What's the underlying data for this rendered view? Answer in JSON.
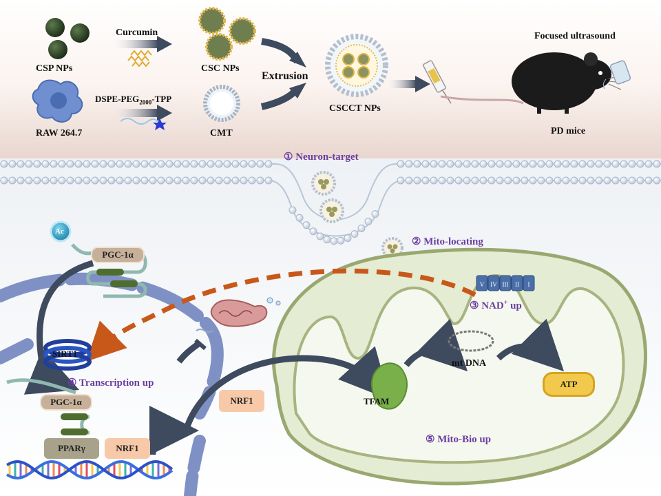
{
  "top": {
    "csp": "CSP NPs",
    "curcumin": "Curcumin",
    "csc": "CSC NPs",
    "raw": "RAW 264.7",
    "dspe": "DSPE-PEG",
    "dspe_sub": "2000",
    "dspe_tail": "-TPP",
    "cmt": "CMT",
    "extrusion": "Extrusion",
    "cscct": "CSCCT NPs",
    "fus": "Focused ultrasound",
    "pd": "PD mice"
  },
  "steps": {
    "s1": "① Neuron-target",
    "s2": "② Mito-locating",
    "s3_pre": "③ NAD",
    "s3_sup": "+",
    "s3_post": " up",
    "s4": "④ Transcription up",
    "s5": "⑤ Mito-Bio up"
  },
  "cell": {
    "ac": "Ac",
    "pgc_top": "PGC-1α",
    "pgc_bottom": "PGC-1α",
    "sirt1": "SIRT1",
    "ppar": "PPARγ",
    "nrf1_dna": "NRF1",
    "nrf1_cyto": "NRF1",
    "tfam": "TFAM",
    "mtdna": "mt DNA",
    "atp": "ATP",
    "complex_labels": [
      "V",
      "IV",
      "III",
      "II",
      "I"
    ]
  },
  "colors": {
    "purple": "#6b3fa0",
    "orange_dash": "#c8581a",
    "arrow_dark": "#3e4a5e",
    "mito_fill": "#e4ecd4",
    "mito_stroke": "#9aa870",
    "nrf1_box": "#f8c9a8",
    "ppar_box": "#a8a28a",
    "atp_fill": "#f2c94c",
    "tfam_fill": "#79b04a"
  }
}
